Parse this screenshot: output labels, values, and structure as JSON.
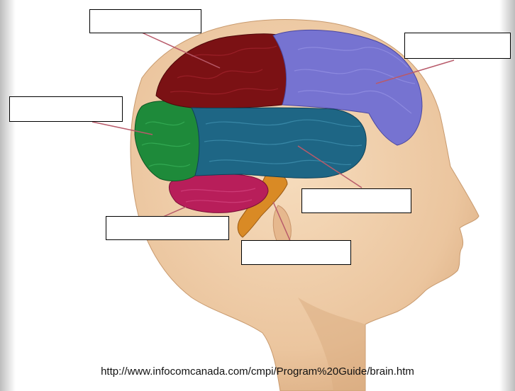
{
  "diagram": {
    "source_url": "http://www.infocomcanada.com/cmpi/Program%20Guide/brain.htm",
    "label_boxes": [
      {
        "id": "frontal-lobe",
        "text": ""
      },
      {
        "id": "parietal-lobe",
        "text": ""
      },
      {
        "id": "occipital-lobe",
        "text": ""
      },
      {
        "id": "temporal-lobe",
        "text": ""
      },
      {
        "id": "cerebellum",
        "text": ""
      },
      {
        "id": "brain-stem",
        "text": ""
      }
    ],
    "colors": {
      "skin": "#ecc9a4",
      "skin_shadow": "#d9ab80",
      "frontal": "#7b1114",
      "parietal": "#7673d1",
      "occipital": "#1e8a3a",
      "temporal": "#1e6685",
      "cerebellum": "#b81e5a",
      "brainstem": "#d98a25",
      "pointer": "#b85a6a"
    }
  }
}
